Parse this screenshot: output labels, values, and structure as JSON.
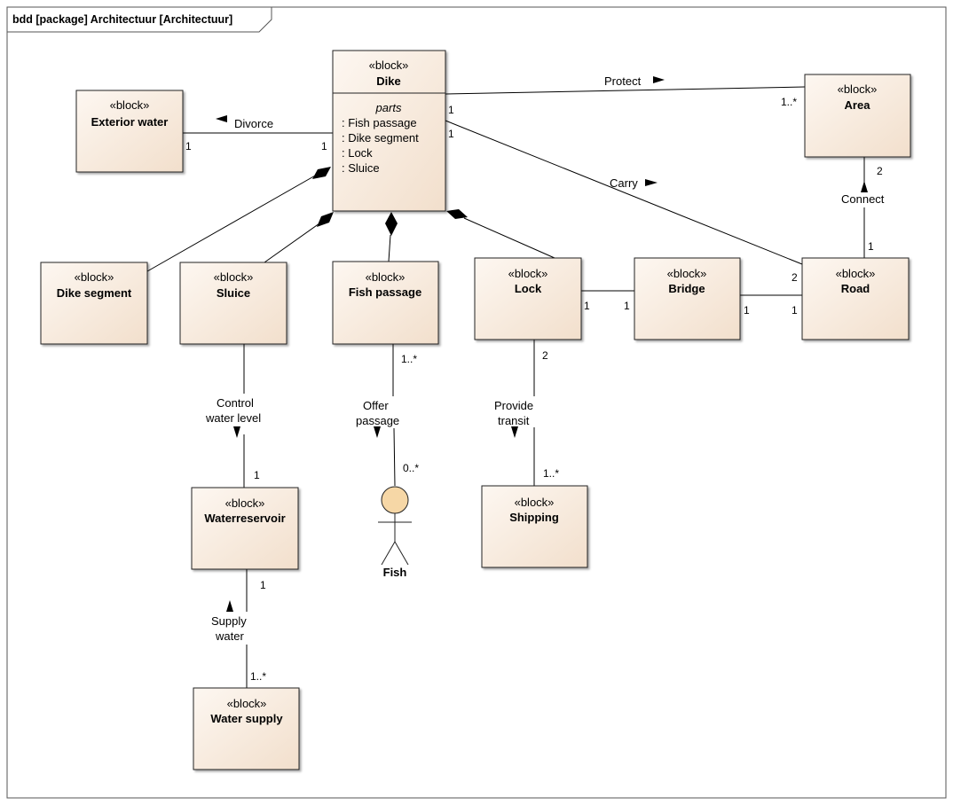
{
  "frame": {
    "title": "bdd [package] Architectuur [Architectuur]"
  },
  "colors": {
    "block_fill_light": "#fdf7f1",
    "block_fill_dark": "#f2dfcc",
    "actor_head": "#f6d7a6"
  },
  "blocks": {
    "dike": {
      "stereotype": "«block»",
      "name": "Dike",
      "parts_title": "parts",
      "parts": [
        ": Fish passage",
        ": Dike segment",
        ": Lock",
        ": Sluice"
      ]
    },
    "exterior_water": {
      "stereotype": "«block»",
      "name": "Exterior water"
    },
    "area": {
      "stereotype": "«block»",
      "name": "Area"
    },
    "dike_segment": {
      "stereotype": "«block»",
      "name": "Dike segment"
    },
    "sluice": {
      "stereotype": "«block»",
      "name": "Sluice"
    },
    "fish_passage": {
      "stereotype": "«block»",
      "name": "Fish passage"
    },
    "lock": {
      "stereotype": "«block»",
      "name": "Lock"
    },
    "bridge": {
      "stereotype": "«block»",
      "name": "Bridge"
    },
    "road": {
      "stereotype": "«block»",
      "name": "Road"
    },
    "waterreservoir": {
      "stereotype": "«block»",
      "name": "Waterreservoir"
    },
    "shipping": {
      "stereotype": "«block»",
      "name": "Shipping"
    },
    "water_supply": {
      "stereotype": "«block»",
      "name": "Water supply"
    }
  },
  "actor": {
    "name": "Fish"
  },
  "associations": {
    "divorce": {
      "label": "Divorce",
      "mult_a": "1",
      "mult_b": "1"
    },
    "protect": {
      "label": "Protect",
      "mult_a": "1",
      "mult_b": "1..*"
    },
    "carry": {
      "label": "Carry",
      "mult_a": "1",
      "mult_b": "2"
    },
    "connect": {
      "label": "Connect",
      "mult_a": "2",
      "mult_b": "1"
    },
    "lock_bridge": {
      "mult_a": "1",
      "mult_b": "1"
    },
    "bridge_road": {
      "mult_a": "1",
      "mult_b": "1"
    },
    "control": {
      "label_1": "Control",
      "label_2": "water level",
      "mult": "1"
    },
    "offer": {
      "label_1": "Offer",
      "label_2": "passage",
      "mult_a": "1..*",
      "mult_b": "0..*"
    },
    "provide": {
      "label_1": "Provide",
      "label_2": "transit",
      "mult_a": "2",
      "mult_b": "1..*"
    },
    "supply": {
      "label_1": "Supply",
      "label_2": "water",
      "mult_a": "1",
      "mult_b": "1..*"
    }
  }
}
